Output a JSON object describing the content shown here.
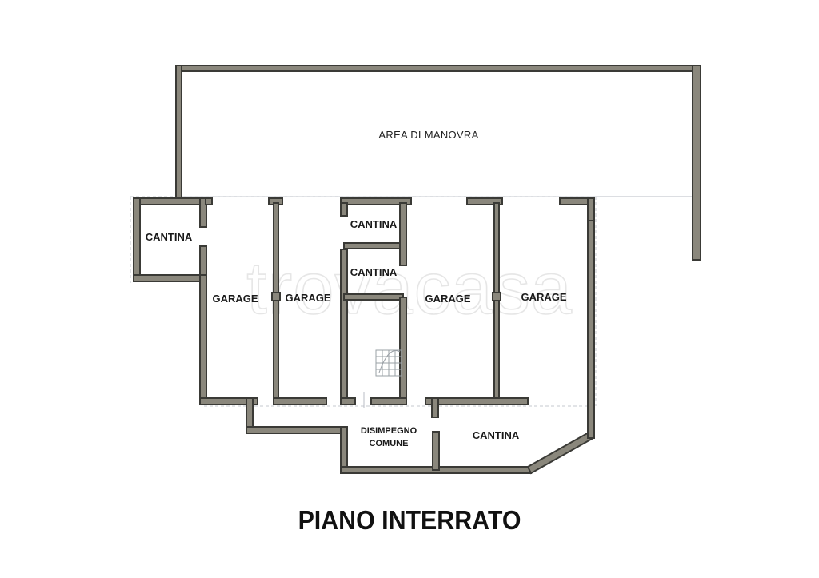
{
  "plan": {
    "title": "PIANO INTERRATO",
    "watermark": "trovacasa",
    "areas": {
      "maneuver": "AREA DI MANOVRA",
      "cantina_left": "CANTINA",
      "garage_1": "GARAGE",
      "garage_2": "GARAGE",
      "cantina_top": "CANTINA",
      "cantina_mid": "CANTINA",
      "garage_3": "GARAGE",
      "garage_4": "GARAGE",
      "disimpegno_line1": "DISIMPEGNO",
      "disimpegno_line2": "COMUNE",
      "cantina_bottom": "CANTINA"
    }
  }
}
